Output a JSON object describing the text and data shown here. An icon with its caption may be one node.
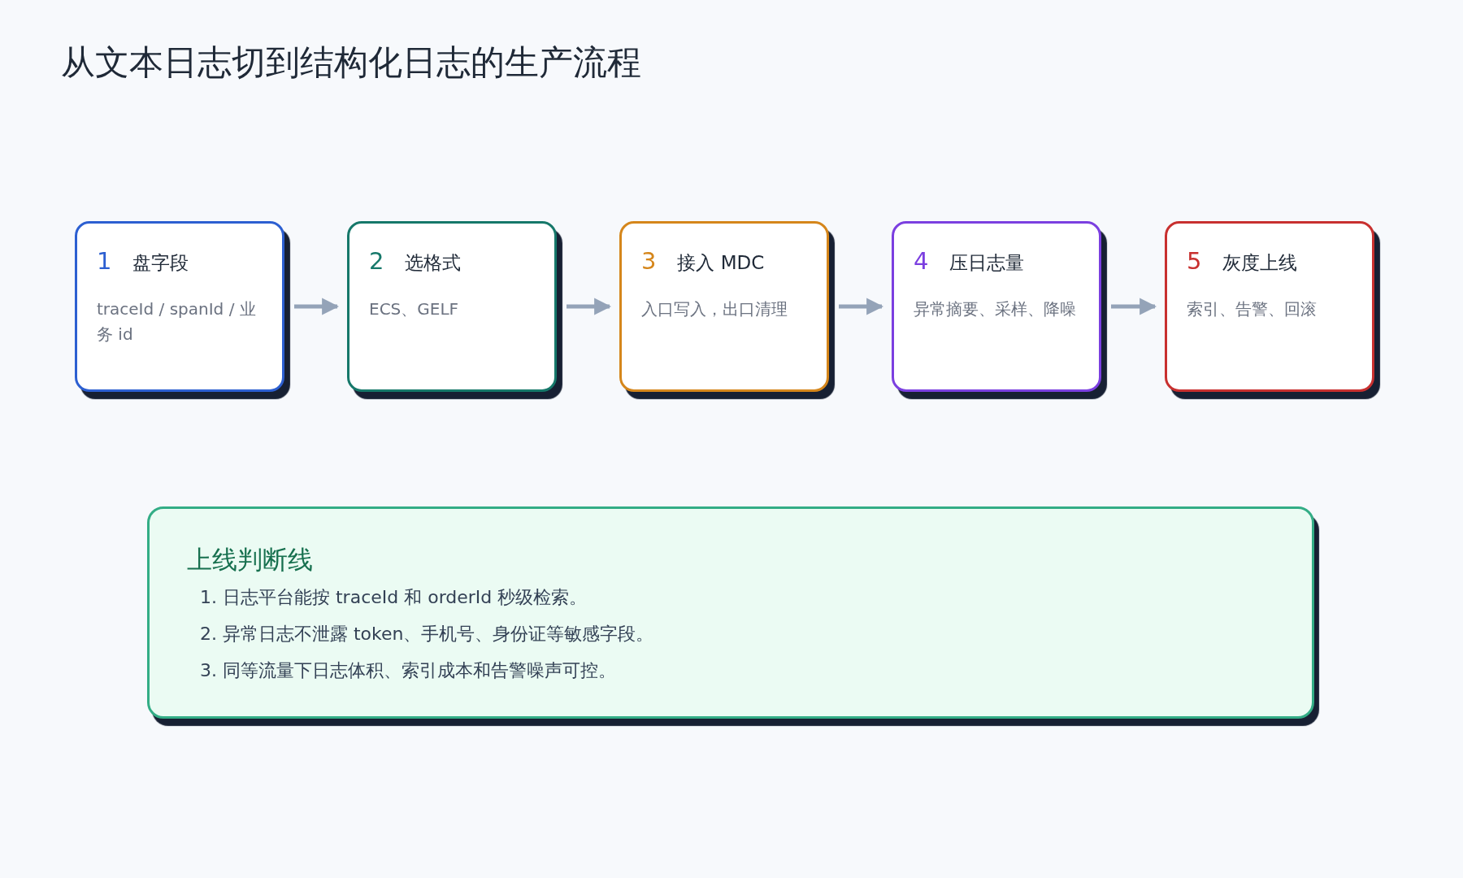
{
  "diagram": {
    "title": "从文本日志切到结构化日志的生产流程",
    "nodes": [
      {
        "text": [
          "1",
          "盘字段",
          "traceId / spanId / 业务 id"
        ]
      },
      {
        "text": [
          "2",
          "选格式",
          "ECS、GELF"
        ]
      },
      {
        "text": [
          "3",
          "接入 MDC",
          "入口写入，出口清理"
        ]
      },
      {
        "text": [
          "4",
          "压日志量",
          "异常摘要、采样、降噪"
        ]
      },
      {
        "text": [
          "5",
          "灰度上线",
          "索引、告警、回滚"
        ]
      },
      {
        "text": [
          "上线判断线",
          "1. 日志平台能按 traceId 和 orderId 秒级检索。",
          "2. 异常日志不泄露 token、手机号、身份证等敏感字段。",
          "3. 同等流量下日志体积、索引成本和告警噪声可控。"
        ]
      }
    ],
    "edges": [
      {
        "from": 0,
        "to": 1,
        "arrow": "to"
      },
      {
        "from": 1,
        "to": 2,
        "arrow": "to"
      },
      {
        "from": 2,
        "to": 3,
        "arrow": "to"
      },
      {
        "from": 3,
        "to": 4,
        "arrow": "to"
      }
    ]
  }
}
